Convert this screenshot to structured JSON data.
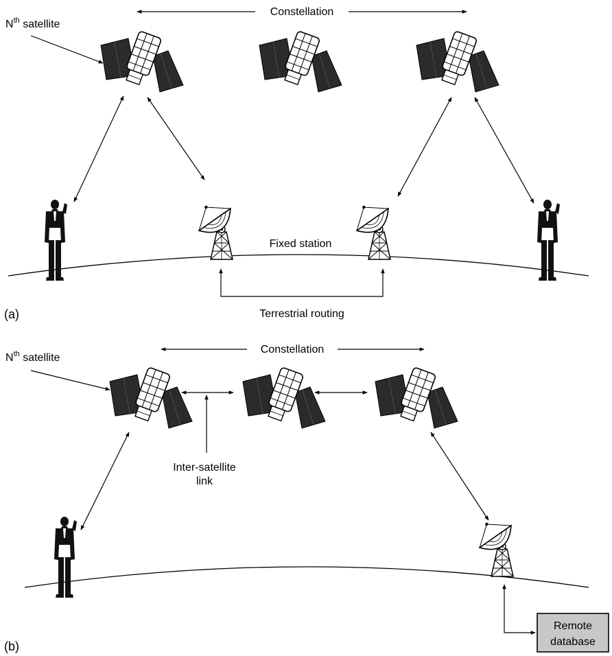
{
  "panel_a": {
    "panel_label": "(a)",
    "constellation_label": "Constellation",
    "nth_satellite_label": "N",
    "nth_satellite_sup": "th",
    "nth_satellite_suffix": " satellite",
    "fixed_station_label": "Fixed station",
    "terrestrial_routing_label": "Terrestrial routing"
  },
  "panel_b": {
    "panel_label": "(b)",
    "constellation_label": "Constellation",
    "nth_satellite_label": "N",
    "nth_satellite_sup": "th",
    "nth_satellite_suffix": " satellite",
    "inter_satellite_label_line1": "Inter-satellite",
    "inter_satellite_label_line2": "link",
    "remote_database_line1": "Remote",
    "remote_database_line2": "database"
  },
  "colors": {
    "ink": "#000000",
    "panel_fill": "#2b2b2b",
    "database_fill": "#c8c8c8"
  }
}
